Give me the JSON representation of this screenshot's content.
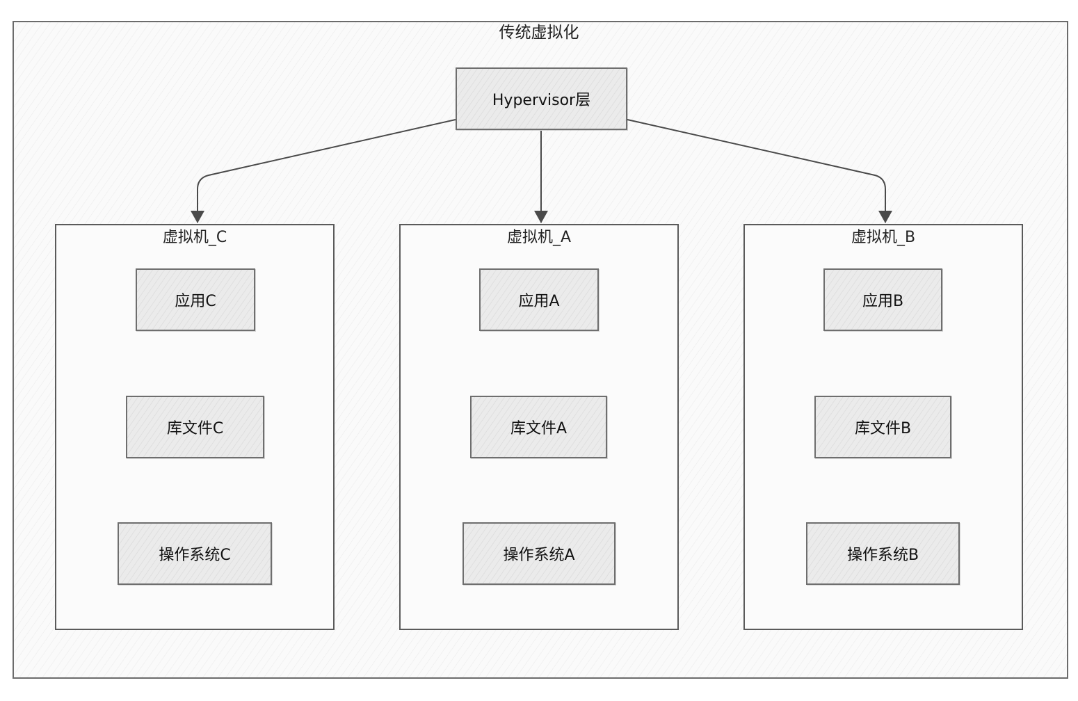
{
  "diagram": {
    "title": "传统虚拟化",
    "hypervisor_label": "Hypervisor层",
    "vms": [
      {
        "title": "虚拟机_C",
        "app": "应用C",
        "lib": "库文件C",
        "os": "操作系统C"
      },
      {
        "title": "虚拟机_A",
        "app": "应用A",
        "lib": "库文件A",
        "os": "操作系统A"
      },
      {
        "title": "虚拟机_B",
        "app": "应用B",
        "lib": "库文件B",
        "os": "操作系统B"
      }
    ]
  },
  "colors": {
    "stroke": "#5a5a5a",
    "box_fill": "#ebebeb",
    "background": "#fafafa"
  }
}
